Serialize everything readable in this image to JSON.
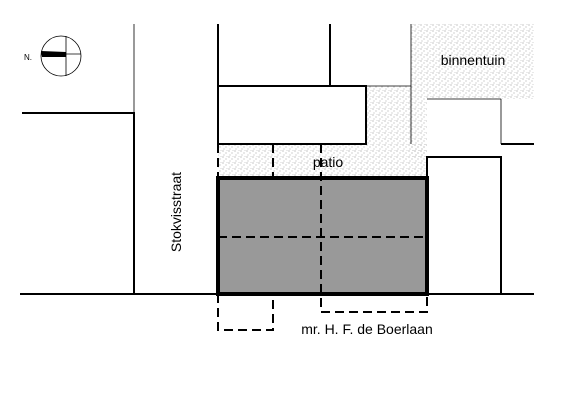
{
  "compass": {
    "label": "N.",
    "icon": "north-arrow-icon"
  },
  "labels": {
    "courtyard": "binnentuin",
    "patio": "patio",
    "street_west": "Stokvisstraat",
    "street_south": "mr.  H. F. de Boerlaan"
  },
  "colors": {
    "building_fill": "#999999",
    "line": "#000000",
    "stipple": "#808080",
    "background": "#ffffff"
  }
}
